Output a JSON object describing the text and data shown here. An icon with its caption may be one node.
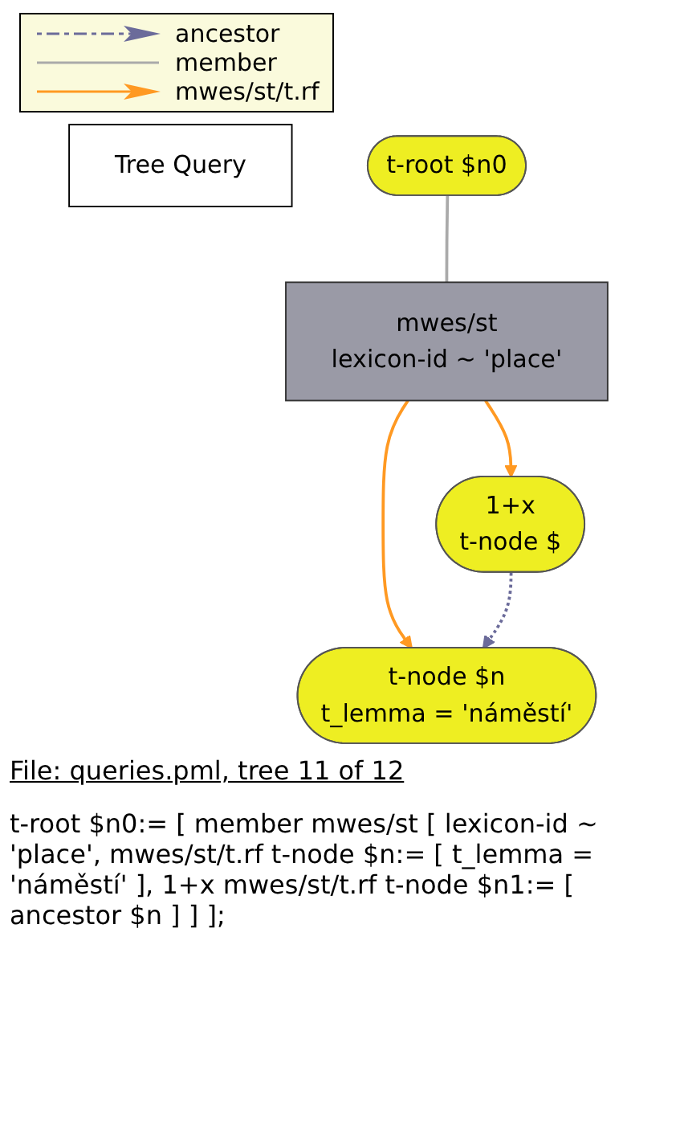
{
  "diagram": {
    "nodes": [
      {
        "text": [
          "Tree Query"
        ]
      },
      {
        "text": [
          "t-root $n0"
        ]
      },
      {
        "text": [
          "mwes/st",
          "lexicon-id ~ 'place'"
        ]
      },
      {
        "text": [
          "t-node $n",
          "t_lemma = 'náměstí'"
        ]
      },
      {
        "text": [
          "1+x",
          "t-node $"
        ]
      }
    ],
    "edges": [
      {
        "from": 1,
        "to": 2,
        "arrow": "none",
        "color": "#aaaaaa"
      },
      {
        "from": 2,
        "to": 3,
        "arrow": "to"
      },
      {
        "from": 2,
        "to": 4,
        "arrow": "to"
      },
      {
        "from": 4,
        "to": 3,
        "arrow": "to",
        "style": "dashed",
        "color": "#6b6b9a"
      }
    ],
    "labels": [
      "File: queries.pml, tree 11 of 12",
      "t-root $n0:= [ member mwes/st [ lexicon-id ~ 'place', mwes/st/t.rf t-node $n:= [ t_lemma = 'náměstí' ], 1+x mwes/st/t.rf t-node $n1:= [ ancestor $n ] ] ];"
    ],
    "legend": [
      {
        "text": "ancestor"
      },
      {
        "text": "member"
      },
      {
        "text": "mwes/st/t.rf"
      }
    ]
  }
}
